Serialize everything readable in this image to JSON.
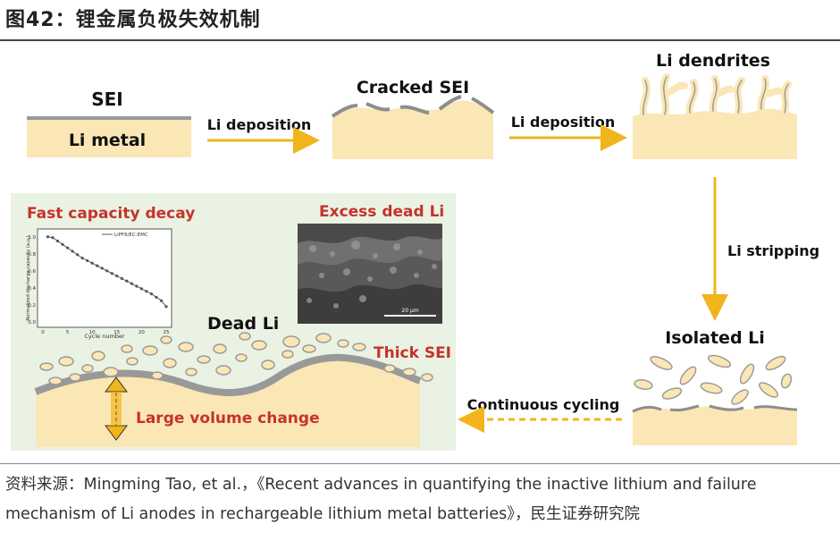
{
  "title": "图42：锂金属负极失效机制",
  "diagram": {
    "sei_label": "SEI",
    "li_metal_label": "Li metal",
    "deposition_label_1": "Li deposition",
    "cracked_sei_label": "Cracked SEI",
    "deposition_label_2": "Li deposition",
    "dendrites_label": "Li dendrites",
    "stripping_label": "Li stripping",
    "isolated_li_label": "Isolated Li",
    "cycling_label": "Continuous cycling",
    "fast_decay_label": "Fast capacity decay",
    "excess_dead_li_label": "Excess dead Li",
    "dead_li_label": "Dead Li",
    "thick_sei_label": "Thick SEI",
    "volume_change_label": "Large volume change",
    "sem_scale_label": "20 μm",
    "colors": {
      "metal_fill": "#fbe7b5",
      "sei_grey": "#9b9b9b",
      "arrow_yellow": "#f2b41c",
      "red_text": "#c5332c",
      "panel_bg": "#eaf2e3"
    }
  },
  "chart_data": {
    "type": "line",
    "title": "",
    "legend": [
      "LiPF6/EC:EMC"
    ],
    "xlabel": "Cycle number",
    "ylabel": "Normalized discharge capacity (a.u.)",
    "xlim": [
      0,
      25
    ],
    "ylim": [
      0.0,
      1.05
    ],
    "xticks": [
      "0",
      "5",
      "10",
      "15",
      "20",
      "25"
    ],
    "yticks": [
      "0.0",
      "0.2",
      "0.4",
      "0.6",
      "0.8",
      "1.0"
    ],
    "series": [
      {
        "name": "LiPF6/EC:EMC",
        "x": [
          1,
          2,
          3,
          4,
          5,
          6,
          7,
          8,
          9,
          10,
          11,
          12,
          13,
          14,
          15,
          16,
          17,
          18,
          19,
          20,
          21,
          22,
          23,
          24,
          25
        ],
        "y": [
          1.0,
          0.99,
          0.95,
          0.91,
          0.87,
          0.83,
          0.79,
          0.75,
          0.72,
          0.69,
          0.66,
          0.63,
          0.6,
          0.57,
          0.54,
          0.51,
          0.48,
          0.45,
          0.42,
          0.39,
          0.36,
          0.33,
          0.29,
          0.25,
          0.18
        ]
      }
    ]
  },
  "source": "资料来源：Mingming Tao, et al.，《Recent advances in quantifying the inactive lithium and failure mechanism of Li anodes in rechargeable lithium metal batteries》，民生证券研究院"
}
